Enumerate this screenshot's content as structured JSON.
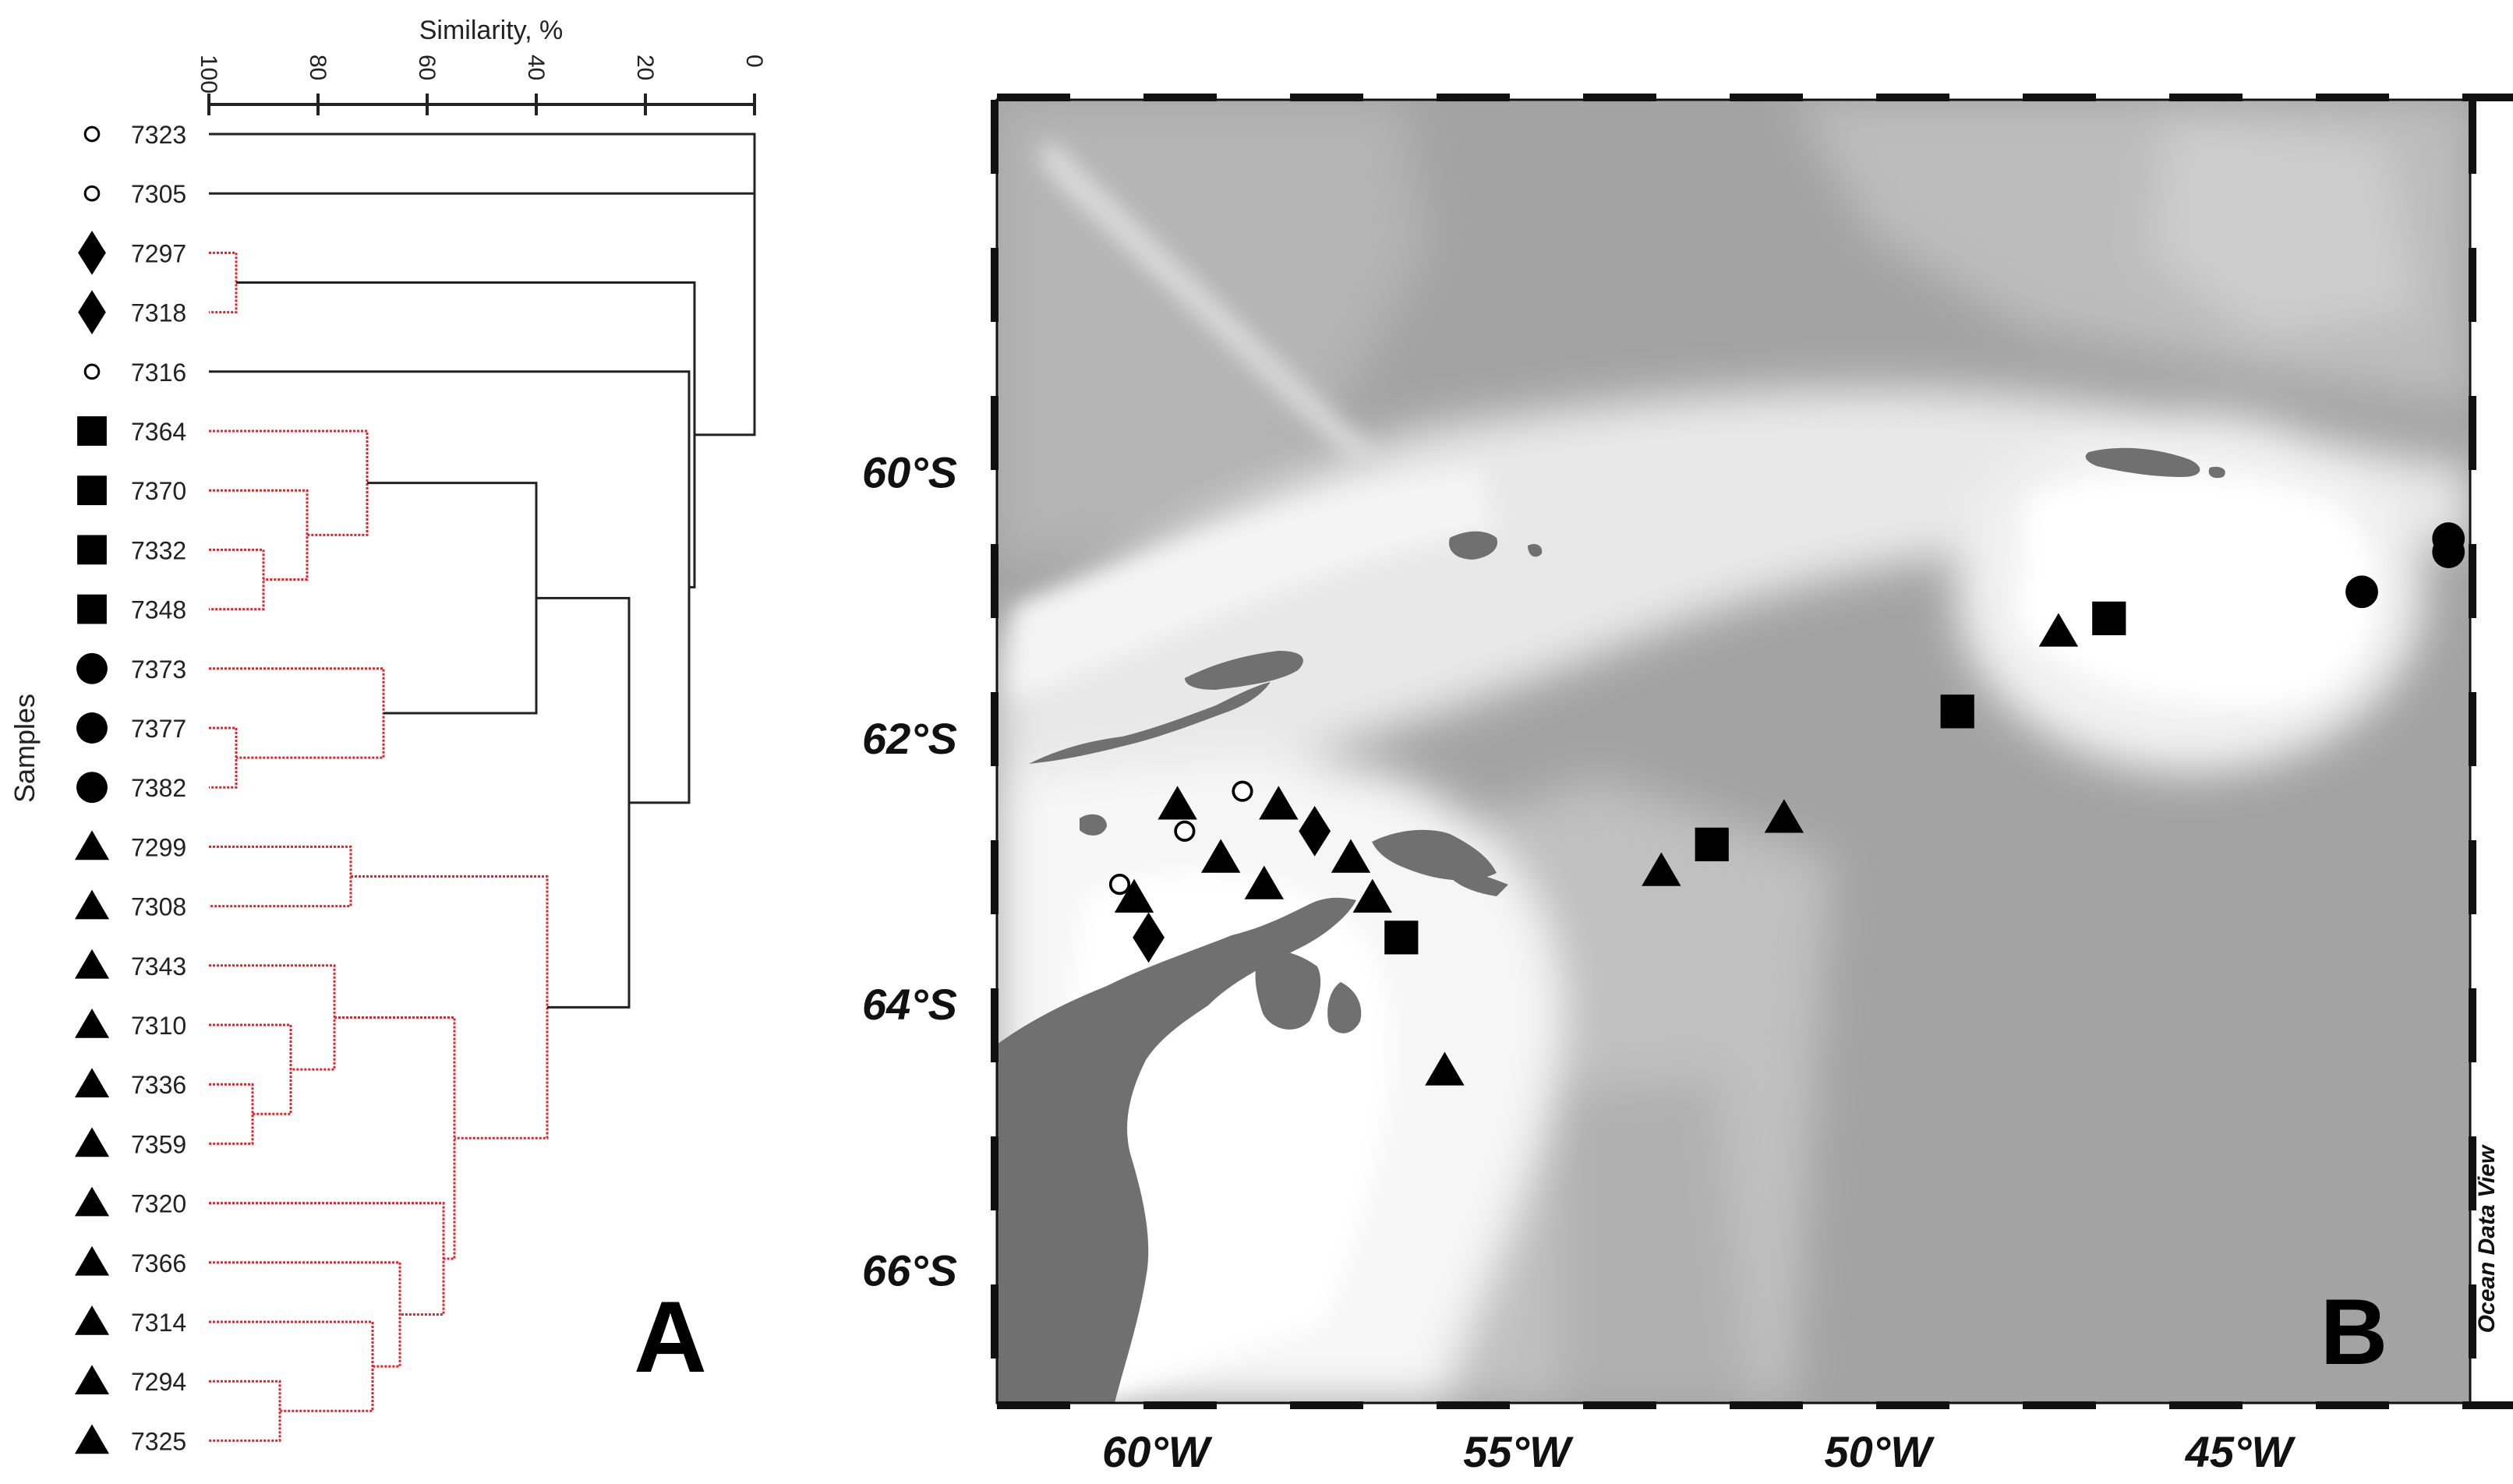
{
  "figure": {
    "panel_a": {
      "letter": "A",
      "axis_title": "Similarity, %",
      "y_title": "Samples",
      "ticks": [
        100,
        80,
        60,
        40,
        20,
        0
      ],
      "samples": [
        {
          "id": "7323",
          "symbol": "open-circle"
        },
        {
          "id": "7305",
          "symbol": "open-circle"
        },
        {
          "id": "7297",
          "symbol": "diamond"
        },
        {
          "id": "7318",
          "symbol": "diamond"
        },
        {
          "id": "7316",
          "symbol": "open-circle"
        },
        {
          "id": "7364",
          "symbol": "square"
        },
        {
          "id": "7370",
          "symbol": "square"
        },
        {
          "id": "7332",
          "symbol": "square"
        },
        {
          "id": "7348",
          "symbol": "square"
        },
        {
          "id": "7373",
          "symbol": "circle"
        },
        {
          "id": "7377",
          "symbol": "circle"
        },
        {
          "id": "7382",
          "symbol": "circle"
        },
        {
          "id": "7299",
          "symbol": "triangle"
        },
        {
          "id": "7308",
          "symbol": "triangle"
        },
        {
          "id": "7343",
          "symbol": "triangle"
        },
        {
          "id": "7310",
          "symbol": "triangle"
        },
        {
          "id": "7336",
          "symbol": "triangle"
        },
        {
          "id": "7359",
          "symbol": "triangle"
        },
        {
          "id": "7320",
          "symbol": "triangle"
        },
        {
          "id": "7366",
          "symbol": "triangle"
        },
        {
          "id": "7314",
          "symbol": "triangle"
        },
        {
          "id": "7294",
          "symbol": "triangle"
        },
        {
          "id": "7325",
          "symbol": "triangle"
        }
      ],
      "merges": [
        {
          "a": [
            16,
            0
          ],
          "b": [
            17,
            0
          ],
          "sim": 92,
          "red": true
        },
        {
          "a": [
            15,
            0
          ],
          "b": [
            -1,
            0
          ],
          "sim": 85,
          "red": true
        },
        {
          "a": [
            14,
            0
          ],
          "b": [
            -1,
            1
          ],
          "sim": 77,
          "red": true
        },
        {
          "a": [
            21,
            0
          ],
          "b": [
            22,
            0
          ],
          "sim": 87,
          "red": true
        },
        {
          "a": [
            20,
            0
          ],
          "b": [
            -1,
            3
          ],
          "sim": 70,
          "red": true
        },
        {
          "a": [
            19,
            0
          ],
          "b": [
            -1,
            4
          ],
          "sim": 65,
          "red": true
        },
        {
          "a": [
            18,
            0
          ],
          "b": [
            -1,
            5
          ],
          "sim": 57,
          "red": true
        },
        {
          "a": [
            -1,
            2
          ],
          "b": [
            -1,
            6
          ],
          "sim": 55,
          "red": true
        },
        {
          "a": [
            12,
            0
          ],
          "b": [
            13,
            0
          ],
          "sim": 74,
          "red": true
        },
        {
          "a": [
            -1,
            8
          ],
          "b": [
            -1,
            7
          ],
          "sim": 38,
          "red": true
        },
        {
          "a": [
            7,
            0
          ],
          "b": [
            8,
            0
          ],
          "sim": 90,
          "red": true
        },
        {
          "a": [
            6,
            0
          ],
          "b": [
            -1,
            10
          ],
          "sim": 82,
          "red": true
        },
        {
          "a": [
            5,
            0
          ],
          "b": [
            -1,
            11
          ],
          "sim": 71,
          "red": true
        },
        {
          "a": [
            10,
            0
          ],
          "b": [
            11,
            0
          ],
          "sim": 95,
          "red": true
        },
        {
          "a": [
            9,
            0
          ],
          "b": [
            -1,
            13
          ],
          "sim": 68,
          "red": true
        },
        {
          "a": [
            -1,
            12
          ],
          "b": [
            -1,
            14
          ],
          "sim": 40,
          "red": false
        },
        {
          "a": [
            -1,
            15
          ],
          "b": [
            -1,
            9
          ],
          "sim": 23,
          "red": false
        },
        {
          "a": [
            2,
            0
          ],
          "b": [
            3,
            0
          ],
          "sim": 95,
          "red": true
        },
        {
          "a": [
            4,
            0
          ],
          "b": [
            -1,
            16
          ],
          "sim": 12,
          "red": false
        },
        {
          "a": [
            -1,
            17
          ],
          "b": [
            -1,
            18
          ],
          "sim": 11,
          "red": false
        },
        {
          "a": [
            1,
            0
          ],
          "b": [
            -1,
            19
          ],
          "sim": 0,
          "red": false
        },
        {
          "a": [
            0,
            0
          ],
          "b": [
            -1,
            20
          ],
          "sim": 0,
          "red": false
        }
      ]
    },
    "panel_b": {
      "letter": "B",
      "lat_labels": [
        "60°S",
        "62°S",
        "64°S",
        "66°S"
      ],
      "lon_labels": [
        "60°W",
        "55°W",
        "50°W",
        "45°W"
      ],
      "credit": "Ocean Data View",
      "lat_range": [
        67,
        57.2
      ],
      "lon_range": [
        62.2,
        41.8
      ],
      "stations": [
        {
          "symbol": "circle",
          "lon": 42.1,
          "lat": 60.5
        },
        {
          "symbol": "circle",
          "lon": 42.1,
          "lat": 60.6
        },
        {
          "symbol": "circle",
          "lon": 43.3,
          "lat": 60.9
        },
        {
          "symbol": "square",
          "lon": 46.8,
          "lat": 61.1
        },
        {
          "symbol": "triangle",
          "lon": 47.5,
          "lat": 61.2
        },
        {
          "symbol": "square",
          "lon": 48.9,
          "lat": 61.8
        },
        {
          "symbol": "triangle",
          "lon": 51.3,
          "lat": 62.6
        },
        {
          "symbol": "square",
          "lon": 52.3,
          "lat": 62.8
        },
        {
          "symbol": "triangle",
          "lon": 53.0,
          "lat": 63.0
        },
        {
          "symbol": "square",
          "lon": 56.6,
          "lat": 63.5
        },
        {
          "symbol": "triangle",
          "lon": 56.0,
          "lat": 64.5
        },
        {
          "symbol": "triangle",
          "lon": 57.0,
          "lat": 63.2
        },
        {
          "symbol": "triangle",
          "lon": 57.3,
          "lat": 62.9
        },
        {
          "symbol": "diamond",
          "lon": 57.8,
          "lat": 62.7
        },
        {
          "symbol": "triangle",
          "lon": 58.3,
          "lat": 62.5
        },
        {
          "symbol": "triangle",
          "lon": 58.5,
          "lat": 63.1
        },
        {
          "symbol": "triangle",
          "lon": 59.1,
          "lat": 62.9
        },
        {
          "symbol": "triangle",
          "lon": 59.7,
          "lat": 62.5
        },
        {
          "symbol": "triangle",
          "lon": 60.3,
          "lat": 63.2
        },
        {
          "symbol": "diamond",
          "lon": 60.1,
          "lat": 63.5
        },
        {
          "symbol": "open-circle",
          "lon": 58.8,
          "lat": 62.4
        },
        {
          "symbol": "open-circle",
          "lon": 59.6,
          "lat": 62.7
        },
        {
          "symbol": "open-circle",
          "lon": 60.5,
          "lat": 63.1
        }
      ]
    },
    "colors": {
      "red_branch": "#e8202a",
      "black_branch": "#222222",
      "land": "#707070",
      "deep_ocean": "#a3a3a3",
      "shelf": "#ffffff"
    }
  }
}
